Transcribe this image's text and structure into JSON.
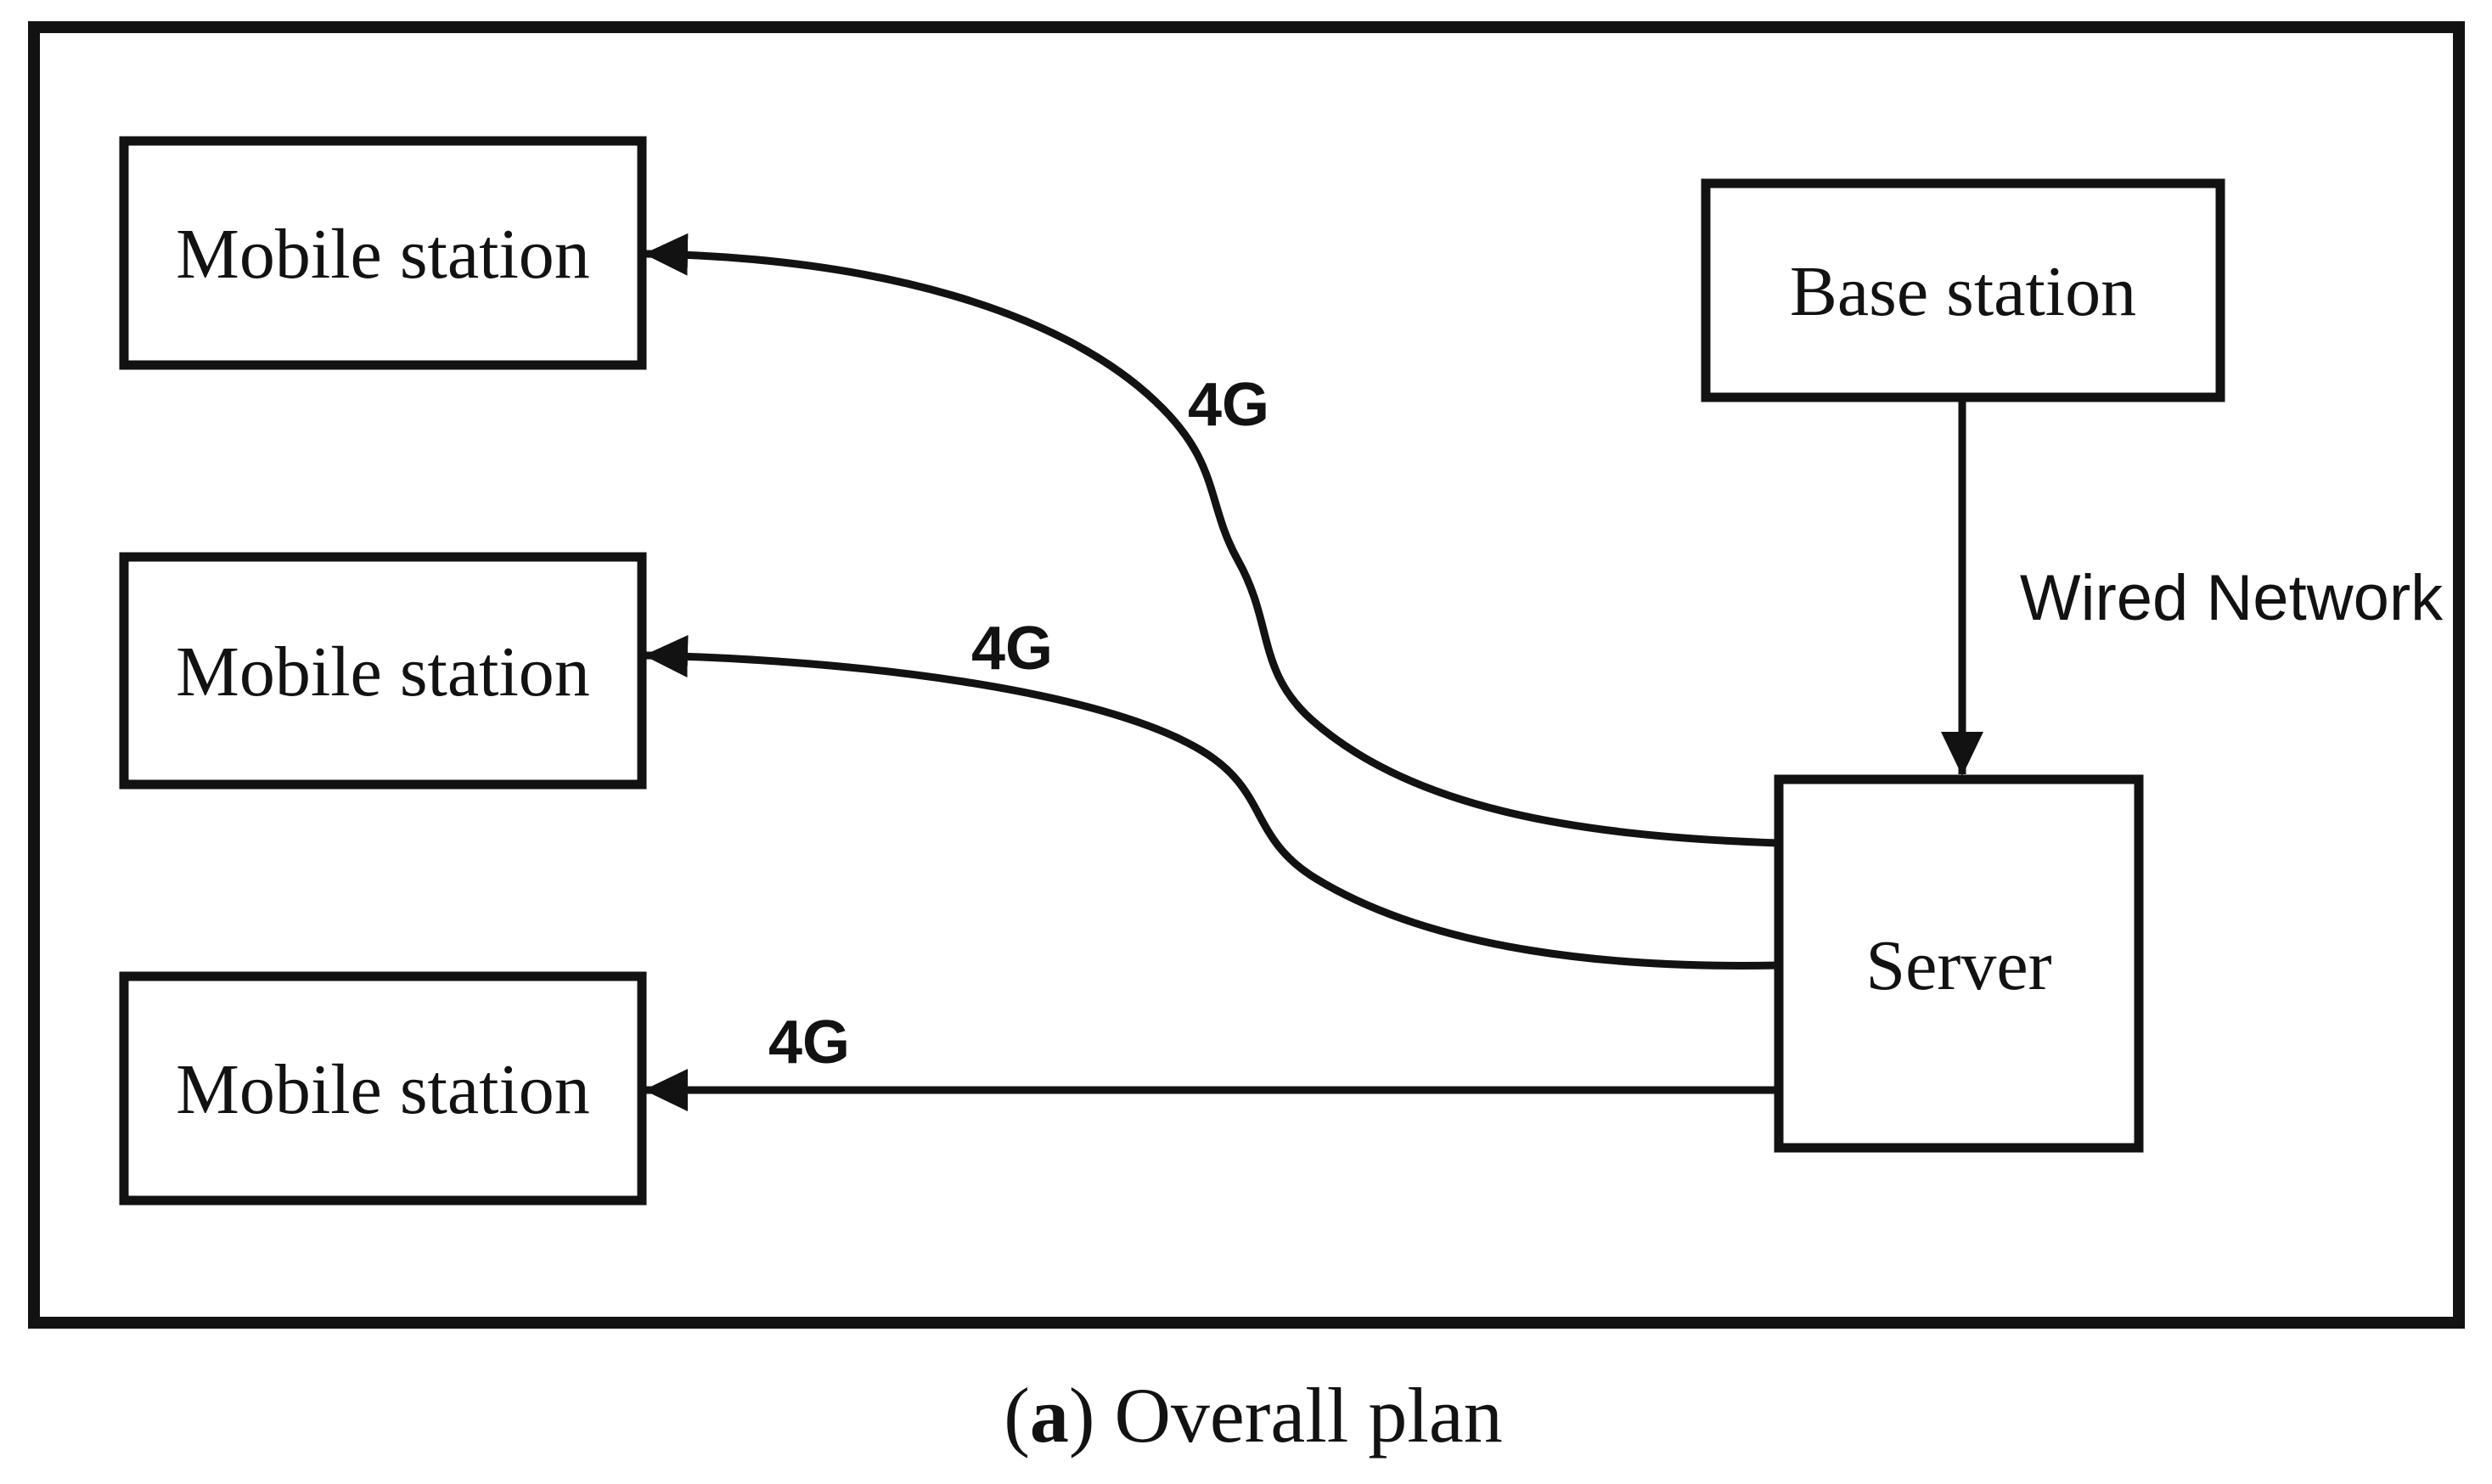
{
  "colors": {
    "ink": "#121212",
    "background": "#ffffff"
  },
  "nodes": {
    "mobile_station_1": {
      "label": "Mobile station"
    },
    "mobile_station_2": {
      "label": "Mobile station"
    },
    "mobile_station_3": {
      "label": "Mobile station"
    },
    "base_station": {
      "label": "Base station"
    },
    "server": {
      "label": "Server"
    }
  },
  "links": {
    "wired_network": {
      "label": "Wired Network"
    },
    "link_4g_1": {
      "label": "4G"
    },
    "link_4g_2": {
      "label": "4G"
    },
    "link_4g_3": {
      "label": "4G"
    }
  },
  "caption": {
    "open_paren": "(",
    "index": "a",
    "rest": ") Overall plan"
  }
}
